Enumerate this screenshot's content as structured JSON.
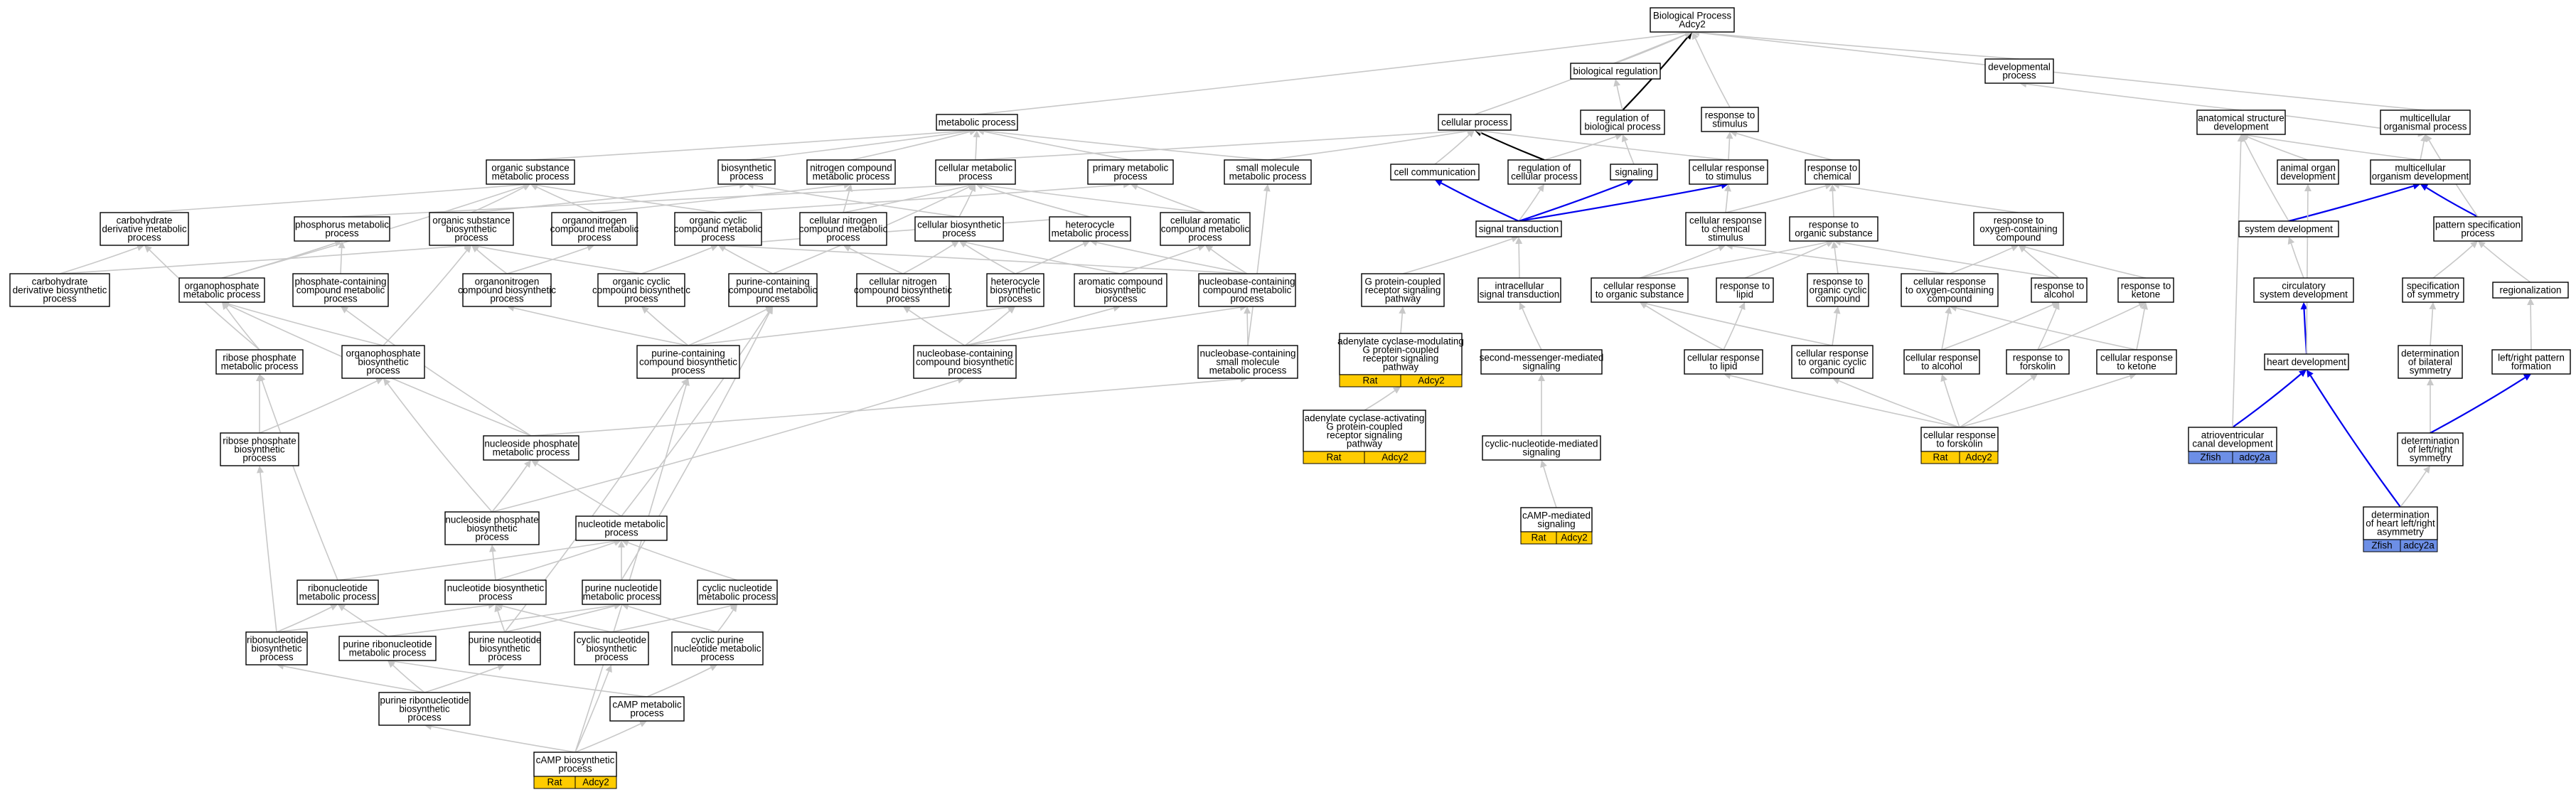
{
  "colors": {
    "rat": "#ffcc00",
    "zfish": "#6d8fe6",
    "edge": "#c8c8c8",
    "edge_highlight": "#0000ee",
    "edge_root": "#000000"
  },
  "nodes": {
    "bp": {
      "lines": [
        "Biological Process",
        "Adcy2"
      ]
    },
    "dev": {
      "lines": [
        "developmental",
        "process"
      ]
    },
    "bioreg": {
      "lines": [
        "biological regulation"
      ]
    },
    "regbp": {
      "lines": [
        "regulation of",
        "biological process"
      ]
    },
    "resp": {
      "lines": [
        "response to",
        "stimulus"
      ]
    },
    "cellproc": {
      "lines": [
        "cellular process"
      ]
    },
    "asd": {
      "lines": [
        "anatomical structure",
        "development"
      ]
    },
    "mcop": {
      "lines": [
        "multicellular",
        "organismal process"
      ]
    },
    "metab": {
      "lines": [
        "metabolic process"
      ]
    },
    "orgsub": {
      "lines": [
        "organic substance",
        "metabolic process"
      ]
    },
    "biosyn": {
      "lines": [
        "biosynthetic",
        "process"
      ]
    },
    "nitro": {
      "lines": [
        "nitrogen compound",
        "metabolic process"
      ]
    },
    "cellmet": {
      "lines": [
        "cellular metabolic",
        "process"
      ]
    },
    "primmet": {
      "lines": [
        "primary metabolic",
        "process"
      ]
    },
    "smallmol": {
      "lines": [
        "small molecule",
        "metabolic process"
      ]
    },
    "cellcomm": {
      "lines": [
        "cell communication"
      ]
    },
    "regcell": {
      "lines": [
        "regulation of",
        "cellular process"
      ]
    },
    "signaling": {
      "lines": [
        "signaling"
      ]
    },
    "cellresp": {
      "lines": [
        "cellular response",
        "to stimulus"
      ]
    },
    "respchem": {
      "lines": [
        "response to",
        "chemical"
      ]
    },
    "animorg": {
      "lines": [
        "animal organ",
        "development"
      ]
    },
    "mcod": {
      "lines": [
        "multicellular",
        "organism development"
      ]
    },
    "carbder": {
      "lines": [
        "carbohydrate",
        "derivative metabolic",
        "process"
      ]
    },
    "phosmet": {
      "lines": [
        "phosphorus metabolic",
        "process"
      ]
    },
    "orgsubbio": {
      "lines": [
        "organic substance",
        "biosynthetic",
        "process"
      ]
    },
    "orgnitro": {
      "lines": [
        "organonitrogen",
        "compound metabolic",
        "process"
      ]
    },
    "orgcyc": {
      "lines": [
        "organic cyclic",
        "compound metabolic",
        "process"
      ]
    },
    "cellnitro": {
      "lines": [
        "cellular nitrogen",
        "compound metabolic",
        "process"
      ]
    },
    "cellbio": {
      "lines": [
        "cellular biosynthetic",
        "process"
      ]
    },
    "hetmet": {
      "lines": [
        "heterocycle",
        "metabolic process"
      ]
    },
    "cellarom": {
      "lines": [
        "cellular aromatic",
        "compound metabolic",
        "process"
      ]
    },
    "sigtrans": {
      "lines": [
        "signal transduction"
      ]
    },
    "cellrespchem": {
      "lines": [
        "cellular response",
        "to chemical",
        "stimulus"
      ]
    },
    "resporgsub": {
      "lines": [
        "response to",
        "organic substance"
      ]
    },
    "respoxy": {
      "lines": [
        "response to",
        "oxygen-containing",
        "compound"
      ]
    },
    "sysdev": {
      "lines": [
        "system development"
      ]
    },
    "patspec": {
      "lines": [
        "pattern specification",
        "process"
      ]
    },
    "carbderbio": {
      "lines": [
        "carbohydrate",
        "derivative biosynthetic",
        "process"
      ]
    },
    "orgphosmet": {
      "lines": [
        "organophosphate",
        "metabolic process"
      ]
    },
    "phoscont": {
      "lines": [
        "phosphate-containing",
        "compound metabolic",
        "process"
      ]
    },
    "orgnitrobio": {
      "lines": [
        "organonitrogen",
        "compound biosynthetic",
        "process"
      ]
    },
    "orgcycbio": {
      "lines": [
        "organic cyclic",
        "compound biosynthetic",
        "process"
      ]
    },
    "purcont": {
      "lines": [
        "purine-containing",
        "compound metabolic",
        "process"
      ]
    },
    "cellnitrobio": {
      "lines": [
        "cellular nitrogen",
        "compound biosynthetic",
        "process"
      ]
    },
    "hetbio": {
      "lines": [
        "heterocycle",
        "biosynthetic",
        "process"
      ]
    },
    "aromet": {
      "lines": [
        "aromatic compound",
        "biosynthetic",
        "process"
      ]
    },
    "nbcmet": {
      "lines": [
        "nucleobase-containing",
        "compound metabolic",
        "process"
      ]
    },
    "gpcr": {
      "lines": [
        "G protein-coupled",
        "receptor signaling",
        "pathway"
      ]
    },
    "intrasig": {
      "lines": [
        "intracellular",
        "signal transduction"
      ]
    },
    "cellresporgsub": {
      "lines": [
        "cellular response",
        "to organic substance"
      ]
    },
    "resplipid": {
      "lines": [
        "response to",
        "lipid"
      ]
    },
    "resporgcyc": {
      "lines": [
        "response to",
        "organic cyclic",
        "compound"
      ]
    },
    "cellrespoxy": {
      "lines": [
        "cellular response",
        "to oxygen-containing",
        "compound"
      ]
    },
    "respalc": {
      "lines": [
        "response to",
        "alcohol"
      ]
    },
    "respket": {
      "lines": [
        "response to",
        "ketone"
      ]
    },
    "circ": {
      "lines": [
        "circulatory",
        "system development"
      ]
    },
    "specsym": {
      "lines": [
        "specification",
        "of symmetry"
      ]
    },
    "regionalization": {
      "lines": [
        "regionalization"
      ]
    },
    "ribphosmet": {
      "lines": [
        "ribose phosphate",
        "metabolic process"
      ]
    },
    "orgphosbio": {
      "lines": [
        "organophosphate",
        "biosynthetic",
        "process"
      ]
    },
    "purcontbio": {
      "lines": [
        "purine-containing",
        "compound biosynthetic",
        "process"
      ]
    },
    "nbcbio": {
      "lines": [
        "nucleobase-containing",
        "compound biosynthetic",
        "process"
      ]
    },
    "nbsmall": {
      "lines": [
        "nucleobase-containing",
        "small molecule",
        "metabolic process"
      ]
    },
    "acmod": {
      "lines": [
        "adenylate cyclase-modulating",
        "G protein-coupled",
        "receptor signaling",
        "pathway"
      ]
    },
    "secmsg": {
      "lines": [
        "second-messenger-mediated",
        "signaling"
      ]
    },
    "cellresplipid": {
      "lines": [
        "cellular response",
        "to lipid"
      ]
    },
    "cellresporgcyc": {
      "lines": [
        "cellular response",
        "to organic cyclic",
        "compound"
      ]
    },
    "cellrespalc": {
      "lines": [
        "cellular response",
        "to alcohol"
      ]
    },
    "respfsk": {
      "lines": [
        "response to",
        "forskolin"
      ]
    },
    "cellrespket": {
      "lines": [
        "cellular response",
        "to ketone"
      ]
    },
    "heartdev": {
      "lines": [
        "heart development"
      ]
    },
    "detbil": {
      "lines": [
        "determination",
        "of bilateral",
        "symmetry"
      ]
    },
    "lrform": {
      "lines": [
        "left/right pattern",
        "formation"
      ]
    },
    "ribphosbio": {
      "lines": [
        "ribose phosphate",
        "biosynthetic",
        "process"
      ]
    },
    "nucphosmet": {
      "lines": [
        "nucleoside phosphate",
        "metabolic process"
      ]
    },
    "acact": {
      "lines": [
        "adenylate cyclase-activating",
        "G protein-coupled",
        "receptor signaling",
        "pathway"
      ]
    },
    "cycnucsig": {
      "lines": [
        "cyclic-nucleotide-mediated",
        "signaling"
      ]
    },
    "cellrespfsk": {
      "lines": [
        "cellular response",
        "to forskolin"
      ]
    },
    "detlr": {
      "lines": [
        "determination",
        "of left/right",
        "symmetry"
      ]
    },
    "avcanal": {
      "lines": [
        "atrioventricular",
        "canal development"
      ]
    },
    "nucphosbio": {
      "lines": [
        "nucleoside phosphate",
        "biosynthetic",
        "process"
      ]
    },
    "nucmet": {
      "lines": [
        "nucleotide metabolic",
        "process"
      ]
    },
    "camp_sig": {
      "lines": [
        "cAMP-mediated",
        "signaling"
      ]
    },
    "dethlr": {
      "lines": [
        "determination",
        "of heart left/right",
        "asymmetry"
      ]
    },
    "ribonucmet": {
      "lines": [
        "ribonucleotide",
        "metabolic process"
      ]
    },
    "nucbio": {
      "lines": [
        "nucleotide biosynthetic",
        "process"
      ]
    },
    "purnucmet": {
      "lines": [
        "purine nucleotide",
        "metabolic process"
      ]
    },
    "cycnucmet": {
      "lines": [
        "cyclic nucleotide",
        "metabolic process"
      ]
    },
    "ribonucbio": {
      "lines": [
        "ribonucleotide",
        "biosynthetic",
        "process"
      ]
    },
    "purribmet": {
      "lines": [
        "purine ribonucleotide",
        "metabolic process"
      ]
    },
    "purnucbio": {
      "lines": [
        "purine nucleotide",
        "biosynthetic",
        "process"
      ]
    },
    "cycnucbio": {
      "lines": [
        "cyclic nucleotide",
        "biosynthetic",
        "process"
      ]
    },
    "cycpurmet": {
      "lines": [
        "cyclic purine",
        "nucleotide metabolic",
        "process"
      ]
    },
    "purribbio": {
      "lines": [
        "purine ribonucleotide",
        "biosynthetic",
        "process"
      ]
    },
    "campmet": {
      "lines": [
        "cAMP metabolic",
        "process"
      ]
    },
    "campbio": {
      "lines": [
        "cAMP biosynthetic",
        "process"
      ]
    }
  },
  "annotations": {
    "acmod": [
      "Rat",
      "Adcy2"
    ],
    "acact": [
      "Rat",
      "Adcy2"
    ],
    "camp_sig": [
      "Rat",
      "Adcy2"
    ],
    "cellrespfsk": [
      "Rat",
      "Adcy2"
    ],
    "campbio": [
      "Rat",
      "Adcy2"
    ],
    "avcanal": [
      "Zfish",
      "adcy2a"
    ],
    "dethlr": [
      "Zfish",
      "adcy2a"
    ]
  }
}
